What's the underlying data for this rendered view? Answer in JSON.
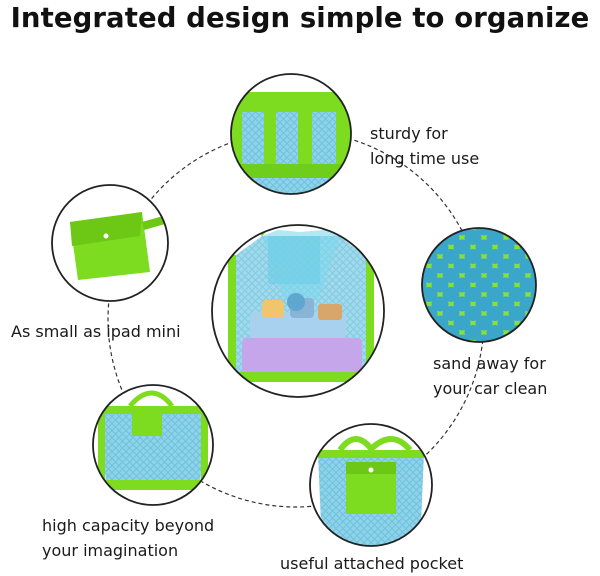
{
  "headline": "Integrated design simple to organize",
  "features": {
    "durable": {
      "line1": "sturdy for",
      "line2": "long time use"
    },
    "mesh": {
      "line1": "sand away for",
      "line2": "your car clean"
    },
    "pocket": {
      "line1": "useful attached pocket"
    },
    "capacity": {
      "line1": "high capacity beyond",
      "line2": "your imagination"
    },
    "foldable": {
      "line1": "As small as ipad mini"
    }
  },
  "colors": {
    "bag_green": "#7ddc1f",
    "mesh_blue": "#5bb8d6",
    "circle_border": "#222222",
    "dashed_ring": "#333333"
  }
}
